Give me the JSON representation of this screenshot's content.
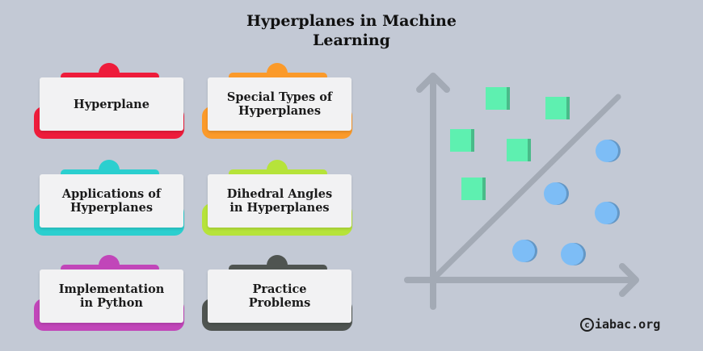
{
  "title": {
    "line1": "Hyperplanes in Machine",
    "line2": "Learning"
  },
  "cards": [
    {
      "label": "Hyperplane",
      "color": "#ee1c3b"
    },
    {
      "label": "Special Types of\nHyperplanes",
      "color": "#fb9a2a"
    },
    {
      "label": "Applications of\nHyperplanes",
      "color": "#2bcfcf"
    },
    {
      "label": "Dihedral Angles\nin Hyperplanes",
      "color": "#b6e33a"
    },
    {
      "label": "Implementation\nin Python",
      "color": "#c146b9"
    },
    {
      "label": "Practice\nProblems",
      "color": "#4f5451"
    }
  ],
  "diagram": {
    "axis_color": "#a3aab5",
    "square_color": "#5ef0b0",
    "circle_color": "#7dbdf6"
  },
  "copyright": {
    "symbol": "c",
    "text": "iabac.org"
  }
}
